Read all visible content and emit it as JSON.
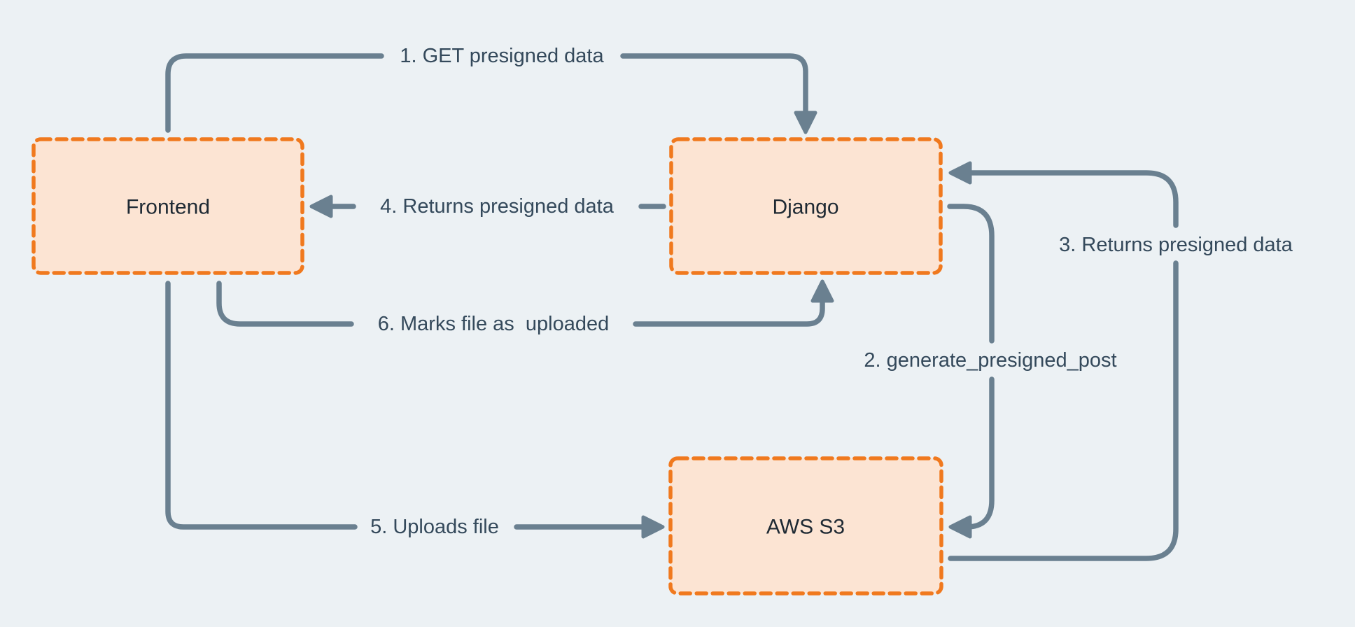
{
  "diagram": {
    "kind": "flow-diagram",
    "nodes": [
      {
        "id": "frontend",
        "label": "Frontend"
      },
      {
        "id": "django",
        "label": "Django"
      },
      {
        "id": "aws-s3",
        "label": "AWS S3"
      }
    ],
    "edges": [
      {
        "id": "edge-1",
        "label": "1. GET presigned data",
        "from": "frontend",
        "to": "django"
      },
      {
        "id": "edge-2",
        "label": "2. generate_presigned_post",
        "from": "django",
        "to": "aws-s3"
      },
      {
        "id": "edge-3",
        "label": "3. Returns presigned data",
        "from": "aws-s3",
        "to": "django"
      },
      {
        "id": "edge-4",
        "label": "4. Returns presigned data",
        "from": "django",
        "to": "frontend"
      },
      {
        "id": "edge-5",
        "label": "5. Uploads file",
        "from": "frontend",
        "to": "aws-s3"
      },
      {
        "id": "edge-6",
        "label": "6. Marks file as  uploaded",
        "from": "frontend",
        "to": "django"
      }
    ],
    "colors": {
      "background": "#ecf1f4",
      "node_fill": "#fce4d3",
      "node_border": "#f0791e",
      "arrow": "#6a8090",
      "edge_label_text": "#34495b",
      "node_label_text": "#1e2933"
    }
  }
}
